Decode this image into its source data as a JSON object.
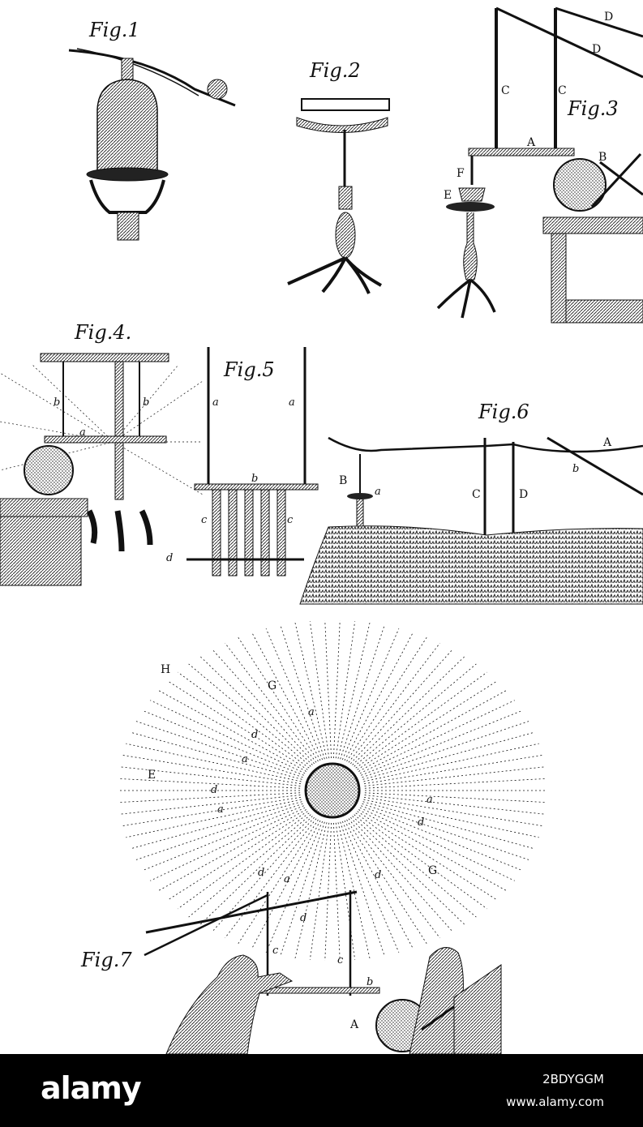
{
  "figures": {
    "fig1": "Fig.1",
    "fig2": "Fig.2",
    "fig3": "Fig.3",
    "fig4": "Fig.4.",
    "fig5": "Fig.5",
    "fig6": "Fig.6",
    "fig7": "Fig.7"
  },
  "fig3_letters": {
    "d1": "D",
    "d2": "D",
    "c1": "C",
    "c2": "C",
    "a": "A",
    "b": "B",
    "f": "F",
    "e": "E"
  },
  "fig4_letters": {
    "b1": "b",
    "b2": "b",
    "a": "a"
  },
  "fig5_letters": {
    "a1": "a",
    "a2": "a",
    "b": "b",
    "c1": "c",
    "c2": "c",
    "d": "d"
  },
  "fig6_letters": {
    "a_cap": "A",
    "b_small": "b",
    "b_cap": "B",
    "a_small": "a",
    "c": "C",
    "d": "D"
  },
  "fig7_letters": {
    "h": "H",
    "g1": "G",
    "e": "E",
    "g2": "G",
    "a1": "a",
    "a2": "a",
    "a3": "a",
    "a4": "a",
    "a5": "a",
    "d1": "d",
    "d2": "d",
    "d3": "d",
    "d4": "d",
    "d5": "d",
    "d6": "d",
    "c1": "c",
    "c2": "c",
    "b": "b",
    "a_cap": "A"
  },
  "footer": {
    "brand": "alamy",
    "image_id": "2BDYGGM",
    "site": "www.alamy.com"
  },
  "colors": {
    "ink": "#111111",
    "paper": "#ffffff",
    "footer_bg": "#000000"
  }
}
